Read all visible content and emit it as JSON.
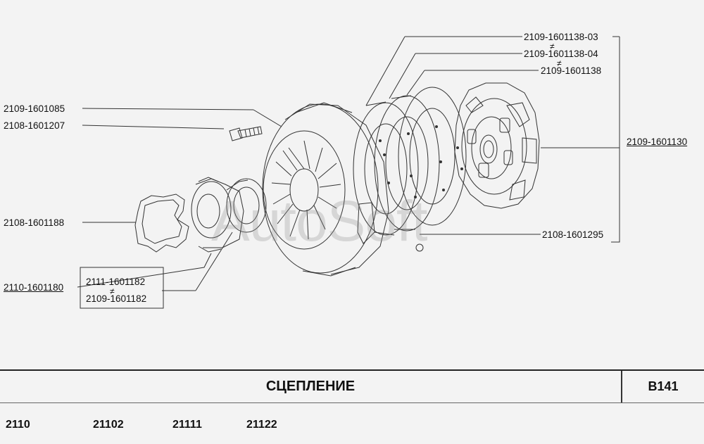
{
  "title": "СЦЕПЛЕНИЕ",
  "page_code": "B141",
  "models": [
    "2110",
    "21102",
    "21111",
    "21122"
  ],
  "watermark": "AutoSoft",
  "neq_symbol": "≠",
  "parts": {
    "p2109_1601138_03": "2109-1601138-03",
    "p2109_1601138_04": "2109-1601138-04",
    "p2109_1601138": "2109-1601138",
    "p2109_1601085": "2109-1601085",
    "p2108_1601207": "2108-1601207",
    "p2109_1601130": "2109-1601130",
    "p2108_1601188": "2108-1601188",
    "p2108_1601295": "2108-1601295",
    "p2110_1601180": "2110-1601180",
    "p2111_1601182": "2111-1601182",
    "p2109_1601182": "2109-1601182"
  }
}
